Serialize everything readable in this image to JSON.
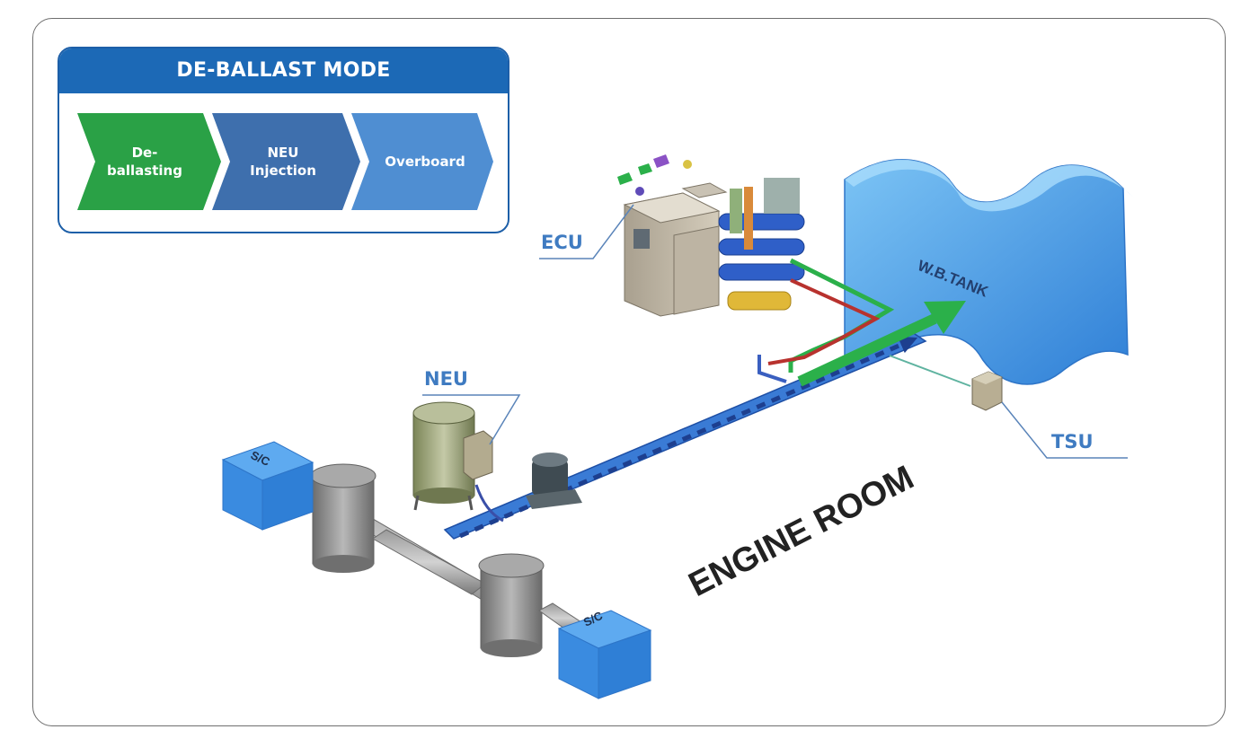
{
  "mode": {
    "title": "DE-BALLAST MODE",
    "steps": [
      {
        "label": "De-\nballasting",
        "color": "#2aa146"
      },
      {
        "label": "NEU\nInjection",
        "color": "#3e6fad"
      },
      {
        "label": "Overboard",
        "color": "#4f8ed2"
      }
    ]
  },
  "labels": {
    "ecu": "ECU",
    "neu": "NEU",
    "tsu": "TSU",
    "tank": "W.B.TANK",
    "engine_room": "ENGINE ROOM",
    "sc_left": "S/C",
    "sc_right": "S/C"
  },
  "colors": {
    "accent": "#1c69b6",
    "label_blue": "#3f7bc1",
    "flow_green": "#2bb04a",
    "pipe_blue": "#3a7bd5",
    "tank_blue": "#4a9ee8"
  }
}
